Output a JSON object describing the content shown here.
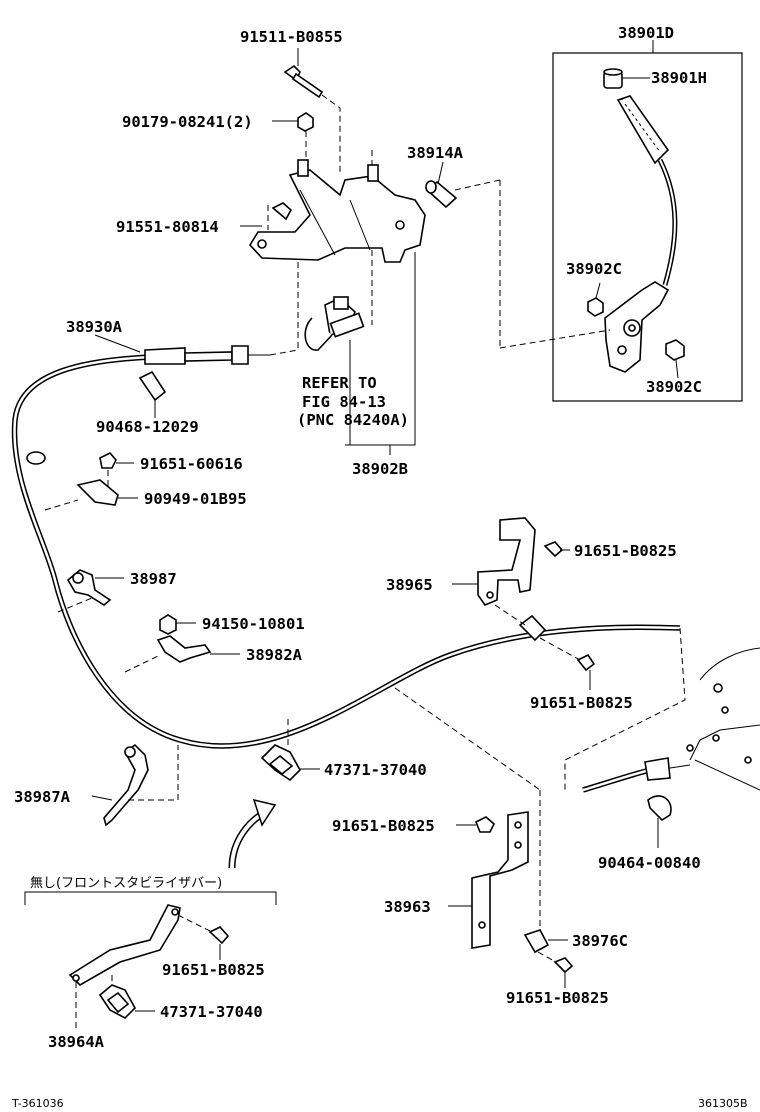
{
  "parts": {
    "p_91511_B0855": "91511-B0855",
    "p_90179_08241": "90179-08241(2)",
    "p_38914A": "38914A",
    "p_91551_80814": "91551-80814",
    "p_38901D": "38901D",
    "p_38901H": "38901H",
    "p_38902C_top": "38902C",
    "p_38902C_bottom": "38902C",
    "p_38930A": "38930A",
    "p_90468_12029": "90468-12029",
    "p_38902B": "38902B",
    "p_91651_60616": "91651-60616",
    "p_90949_01B95": "90949-01B95",
    "p_38987": "38987",
    "p_38965": "38965",
    "p_91651_B0825_a": "91651-B0825",
    "p_94150_10801": "94150-10801",
    "p_38982A": "38982A",
    "p_91651_B0825_b": "91651-B0825",
    "p_38987A": "38987A",
    "p_47371_37040_a": "47371-37040",
    "p_91651_B0825_c": "91651-B0825",
    "p_90464_00840": "90464-00840",
    "p_38963": "38963",
    "p_38976C": "38976C",
    "p_91651_B0825_d": "91651-B0825",
    "p_91651_B0825_e": "91651-B0825",
    "p_47371_37040_b": "47371-37040",
    "p_38964A": "38964A"
  },
  "refer": {
    "line1": "REFER TO",
    "line2": "FIG 84-13",
    "line3": "(PNC 84240A)"
  },
  "variant_note": "無し(フロントスタビライザバー)",
  "footer": {
    "left_code": "T-361036",
    "right_code": "361305B"
  }
}
